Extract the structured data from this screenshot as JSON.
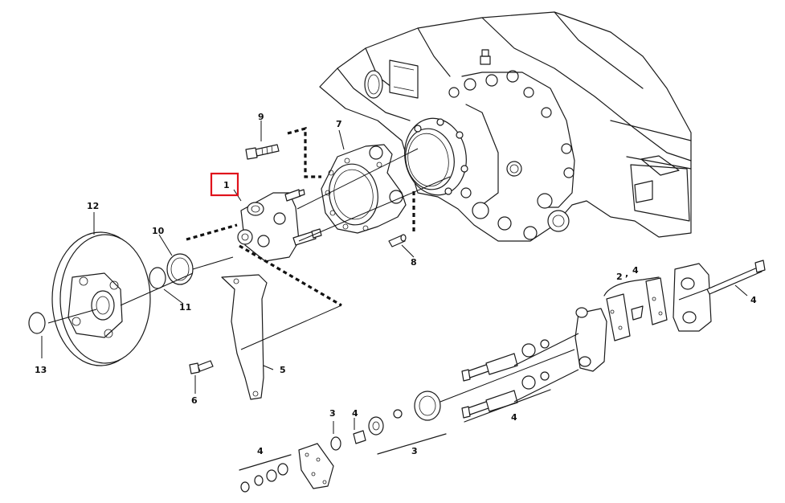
{
  "diagram": {
    "highlight_color": "#e0121b",
    "callouts": [
      {
        "id": "c1",
        "text": "1",
        "highlighted": true
      },
      {
        "id": "c2",
        "text": "2"
      },
      {
        "id": "c2b",
        "text": ","
      },
      {
        "id": "c4a",
        "text": "4"
      },
      {
        "id": "c4b",
        "text": "4"
      },
      {
        "id": "c3a",
        "text": "3"
      },
      {
        "id": "c4c",
        "text": "4"
      },
      {
        "id": "c3b",
        "text": "3"
      },
      {
        "id": "c4d",
        "text": "4"
      },
      {
        "id": "c4e",
        "text": "4"
      },
      {
        "id": "c5",
        "text": "5"
      },
      {
        "id": "c6",
        "text": "6"
      },
      {
        "id": "c7",
        "text": "7"
      },
      {
        "id": "c8",
        "text": "8"
      },
      {
        "id": "c9",
        "text": "9"
      },
      {
        "id": "c10",
        "text": "10"
      },
      {
        "id": "c11",
        "text": "11"
      },
      {
        "id": "c12",
        "text": "12"
      },
      {
        "id": "c13",
        "text": "13"
      }
    ]
  }
}
